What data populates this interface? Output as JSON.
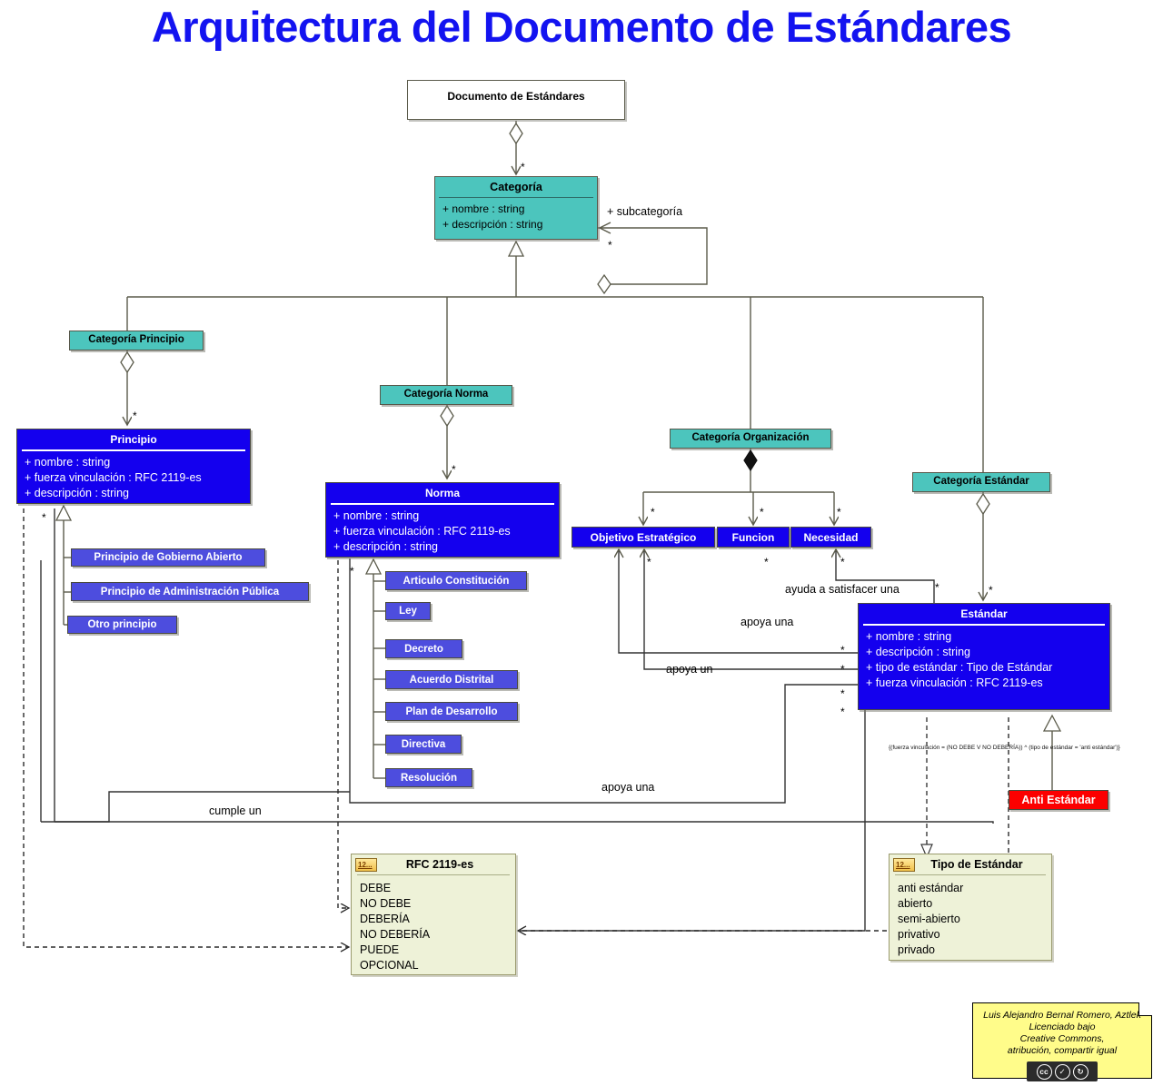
{
  "page": {
    "title": "Arquitectura del Documento de Estándares",
    "title_color": "#1313f0"
  },
  "colors": {
    "teal": "#4cc5bd",
    "blue": "#1400ee",
    "sub_blue": "#4d4dde",
    "red": "#fc0000",
    "enum_bg": "#eef2d8",
    "note_bg": "#fffc8a"
  },
  "classes": {
    "documento": {
      "name": "Documento de Estándares"
    },
    "categoria": {
      "name": "Categoría",
      "attrs": [
        "+ nombre : string",
        "+ descripción : string"
      ]
    },
    "categoria_principio": {
      "name": "Categoría Principio"
    },
    "categoria_norma": {
      "name": "Categoría Norma"
    },
    "categoria_organizacion": {
      "name": "Categoría Organización"
    },
    "categoria_estandar": {
      "name": "Categoría Estándar"
    },
    "principio": {
      "name": "Principio",
      "attrs": [
        "+ nombre : string",
        "+ fuerza vinculación : RFC 2119-es",
        "+ descripción : string"
      ]
    },
    "norma": {
      "name": "Norma",
      "attrs": [
        "+ nombre : string",
        "+ fuerza vinculación : RFC 2119-es",
        "+ descripción : string"
      ]
    },
    "estandar": {
      "name": "Estándar",
      "attrs": [
        "+ nombre : string",
        "+ descripción : string",
        "+ tipo de estándar : Tipo de Estándar",
        "+ fuerza vinculación : RFC 2119-es"
      ]
    },
    "objetivo_estrategico": {
      "name": "Objetivo Estratégico"
    },
    "funcion": {
      "name": "Funcion"
    },
    "necesidad": {
      "name": "Necesidad"
    },
    "anti_estandar": {
      "name": "Anti Estándar"
    }
  },
  "principio_subclasses": [
    {
      "name": "Principio de Gobierno Abierto"
    },
    {
      "name": "Principio de Administración Pública"
    },
    {
      "name": "Otro principio"
    }
  ],
  "norma_subclasses": [
    {
      "name": "Articulo Constitución"
    },
    {
      "name": "Ley"
    },
    {
      "name": "Decreto"
    },
    {
      "name": "Acuerdo Distrital"
    },
    {
      "name": "Plan de Desarrollo"
    },
    {
      "name": "Directiva"
    },
    {
      "name": "Resolución"
    }
  ],
  "enums": {
    "rfc2119": {
      "badge": "12...",
      "name": "RFC 2119-es",
      "items": [
        "DEBE",
        "NO DEBE",
        "DEBERÍA",
        "NO DEBERÍA",
        "PUEDE",
        "OPCIONAL"
      ]
    },
    "tipo_estandar": {
      "badge": "12...",
      "name": "Tipo de Estándar",
      "items": [
        "anti estándar",
        "abierto",
        "semi-abierto",
        "privativo",
        "privado"
      ]
    }
  },
  "edge_labels": {
    "subcategoria": "+ subcategoría",
    "ayuda_satisfacer": "ayuda a satisfacer una",
    "apoya_una_1": "apoya una",
    "apoya_un": "apoya un",
    "apoya_una_2": "apoya una",
    "cumple_un": "cumple un",
    "star": "*"
  },
  "constraint": {
    "text": "{(fuerza vinculación = (NO DEBE V NO DEBERÍA)) ^ (tipo de estándar = 'anti estándar')}"
  },
  "note": {
    "lines": [
      "Luis Alejandro Bernal Romero, Aztlek",
      "Licenciado bajo",
      "Creative Commons,",
      "atribución, compartir igual"
    ],
    "cc_marks": [
      "cc",
      "BY",
      "SA"
    ]
  }
}
